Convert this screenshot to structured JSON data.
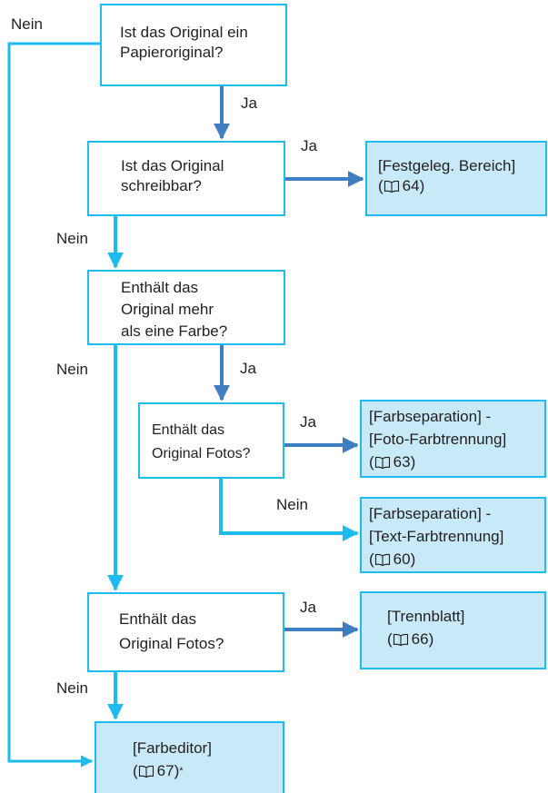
{
  "nodes": {
    "q1": {
      "lines": [
        "Ist das Original ein",
        "Papieroriginal?"
      ]
    },
    "q2": {
      "lines": [
        "Ist das Original",
        "schreibbar?"
      ]
    },
    "q3": {
      "lines": [
        "Enthält das",
        "Original mehr",
        "als eine Farbe?"
      ]
    },
    "q4": {
      "lines": [
        "Enthält das",
        "Original Fotos?"
      ]
    },
    "q5": {
      "lines": [
        "Enthält das",
        "Original Fotos?"
      ]
    },
    "r1": {
      "line1": "[Festgeleg. Bereich]",
      "ref_open": "(",
      "ref_page": "64)"
    },
    "r2": {
      "line1": "[Farbseparation] -",
      "line2": "[Foto-Farbtrennung]",
      "ref_open": "(",
      "ref_page": "63)"
    },
    "r3": {
      "line1": "[Farbseparation] -",
      "line2": "[Text-Farbtrennung]",
      "ref_open": "(",
      "ref_page": "60)"
    },
    "r4": {
      "line1": "[Trennblatt]",
      "ref_open": "(",
      "ref_page": "66)"
    },
    "r5": {
      "line1": "[Farbeditor]",
      "ref_open": "(",
      "ref_page": "67)",
      "footnote_mark": "*"
    }
  },
  "edge_labels": {
    "q1_no": "Nein",
    "q1_yes": "Ja",
    "q2_yes": "Ja",
    "q2_no": "Nein",
    "q3_no": "Nein",
    "q3_yes": "Ja",
    "q4_yes": "Ja",
    "q4_no": "Nein",
    "q5_yes": "Ja",
    "q5_no": "Nein"
  },
  "colors": {
    "box_border": "#1ebbee",
    "result_fill": "#c8e9f8",
    "yes_arrow": "#3f7ec1",
    "no_arrow": "#1ebbee"
  },
  "icons": {
    "page_reference": "book-icon"
  }
}
